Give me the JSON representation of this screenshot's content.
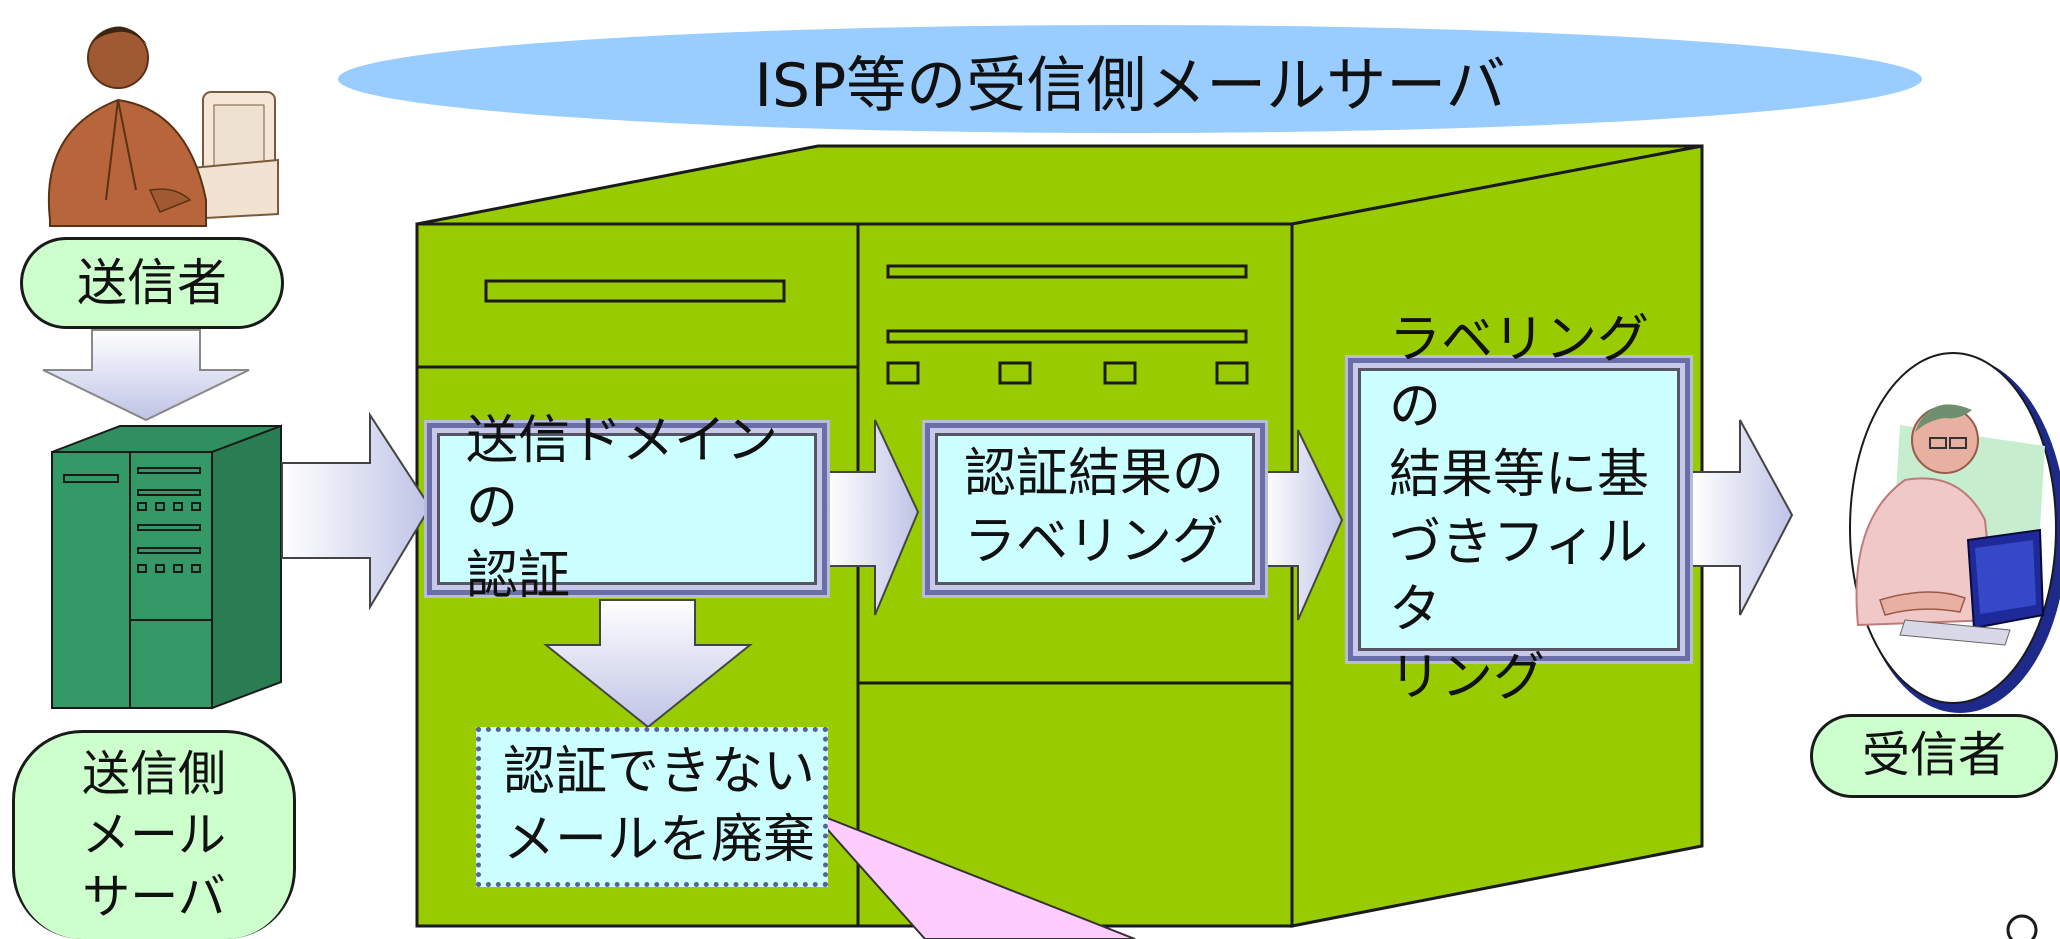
{
  "title": "ISP等の受信側メールサーバ",
  "sender_label": "送信者",
  "sender_server_label": "送信側\nメール\nサーバ",
  "receiver_label": "受信者",
  "steps": {
    "domain_auth": "送信ドメインの\n認証",
    "labeling": "認証結果の\nラベリング",
    "filtering": "ラベリングの\n結果等に基\nづきフィルタ\nリング",
    "discard": "認証できない\nメールを廃棄"
  },
  "colors": {
    "server_box": "#99cc00",
    "title_ellipse": "#99ccff",
    "label_pill": "#ccffcc",
    "step_box": "#ccffff",
    "small_server": "#339966",
    "callout": "#ffccff"
  }
}
